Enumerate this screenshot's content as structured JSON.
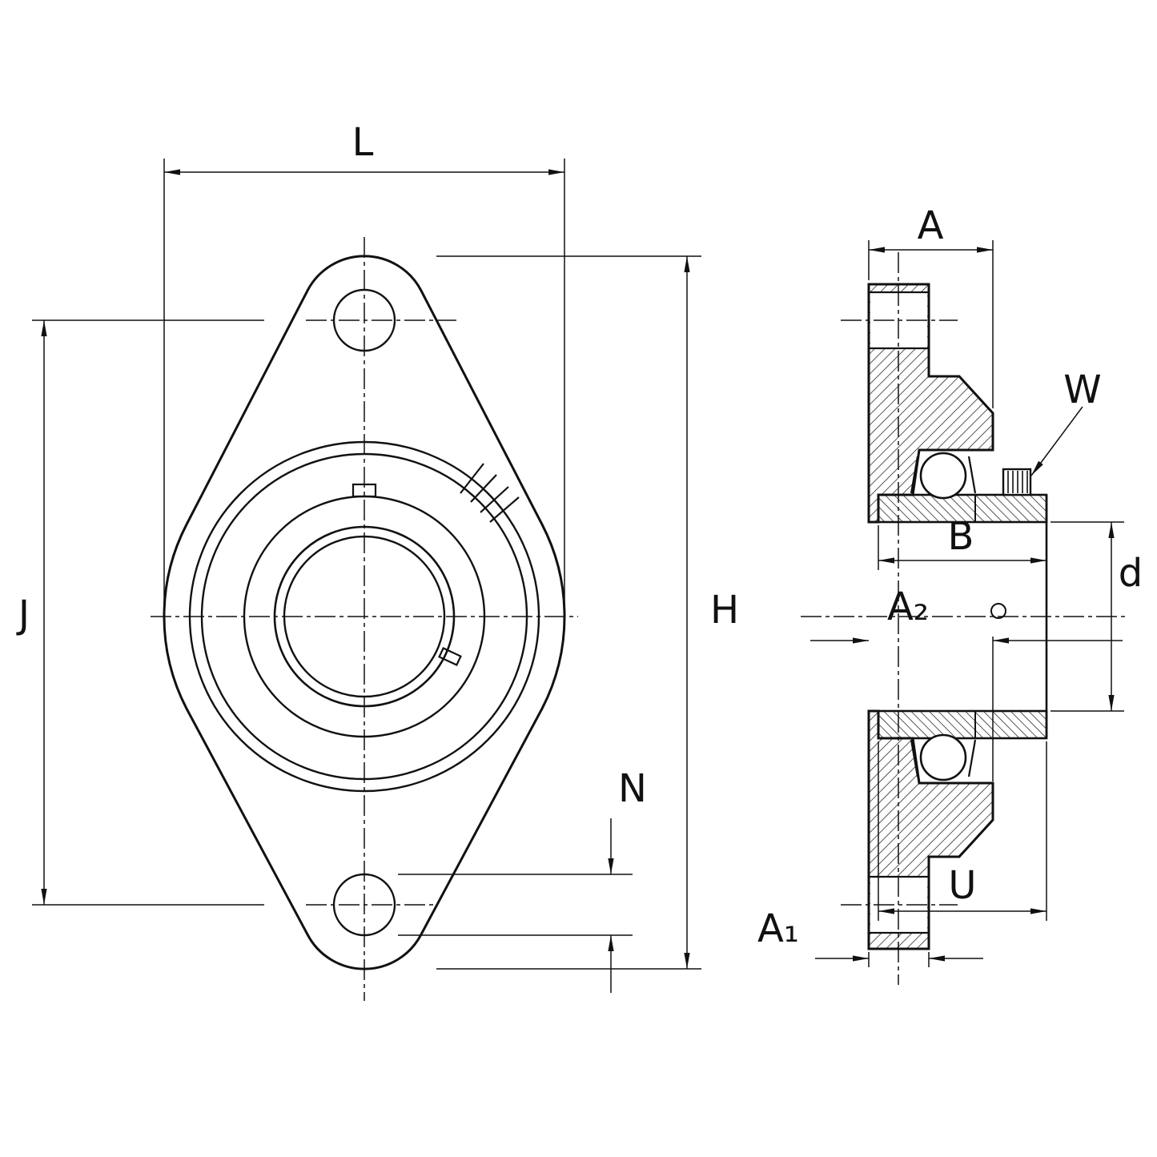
{
  "drawing_type": "flanged-bearing-unit-technical-drawing",
  "colors": {
    "line": "#111111",
    "background": "#ffffff"
  },
  "dimensions": {
    "front_view": {
      "flange_width": "L",
      "bolt_center_distance": "J",
      "total_height": "H",
      "bolt_hole_diameter": "N"
    },
    "side_view": {
      "housing_width": "A",
      "setscrew": "W",
      "inner_ring_width": "B",
      "bore_diameter": "d",
      "back_face_width": "A₂",
      "inner_ring_length": "U",
      "flange_thickness": "A₁"
    }
  }
}
